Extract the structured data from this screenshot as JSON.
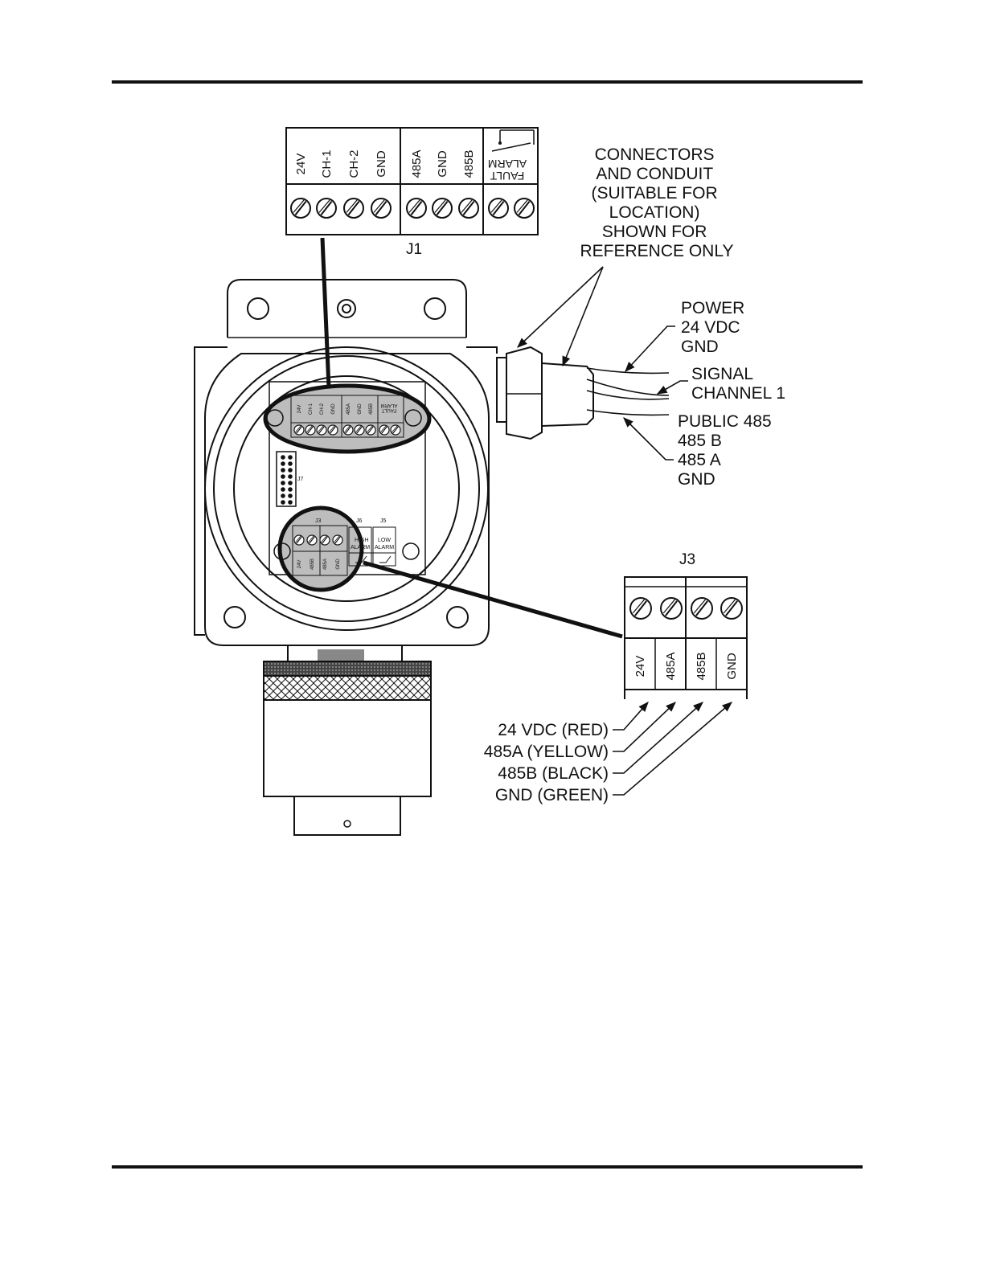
{
  "j1_block": {
    "title": "J1",
    "terminals": [
      "24V",
      "CH-1",
      "CH-2",
      "GND",
      "485A",
      "GND",
      "485B"
    ],
    "fault_label_1": "FAULT",
    "fault_label_2": "ALARM"
  },
  "connector_note": {
    "lines": [
      "CONNECTORS",
      "AND CONDUIT",
      "(SUITABLE FOR",
      "LOCATION)",
      "SHOWN FOR",
      "REFERENCE ONLY"
    ]
  },
  "power": {
    "lines": [
      "POWER",
      "24 VDC",
      "GND"
    ]
  },
  "signal": {
    "lines": [
      "SIGNAL",
      "CHANNEL 1"
    ]
  },
  "public485": {
    "lines": [
      "PUBLIC 485",
      "485 B",
      "485 A",
      "GND"
    ]
  },
  "board": {
    "j1_terminals": [
      "24V",
      "CH-1",
      "CH-2",
      "GND",
      "485A",
      "GND",
      "485B"
    ],
    "j1_fault_1": "FAULT",
    "j1_fault_2": "ALARM",
    "j7": "J7",
    "j3": "J3",
    "j6": "J6",
    "j5": "J5",
    "high_alarm_1": "HIGH",
    "high_alarm_2": "ALARM",
    "low_alarm_1": "LOW",
    "low_alarm_2": "ALARM",
    "j3_terminals": [
      "24V",
      "485B",
      "485A",
      "GND"
    ]
  },
  "j3_block": {
    "title": "J3",
    "terminals": [
      "24V",
      "485A",
      "485B",
      "GND"
    ]
  },
  "wires": [
    "24 VDC (RED)",
    "485A (YELLOW)",
    "485B (BLACK)",
    "GND (GREEN)"
  ]
}
